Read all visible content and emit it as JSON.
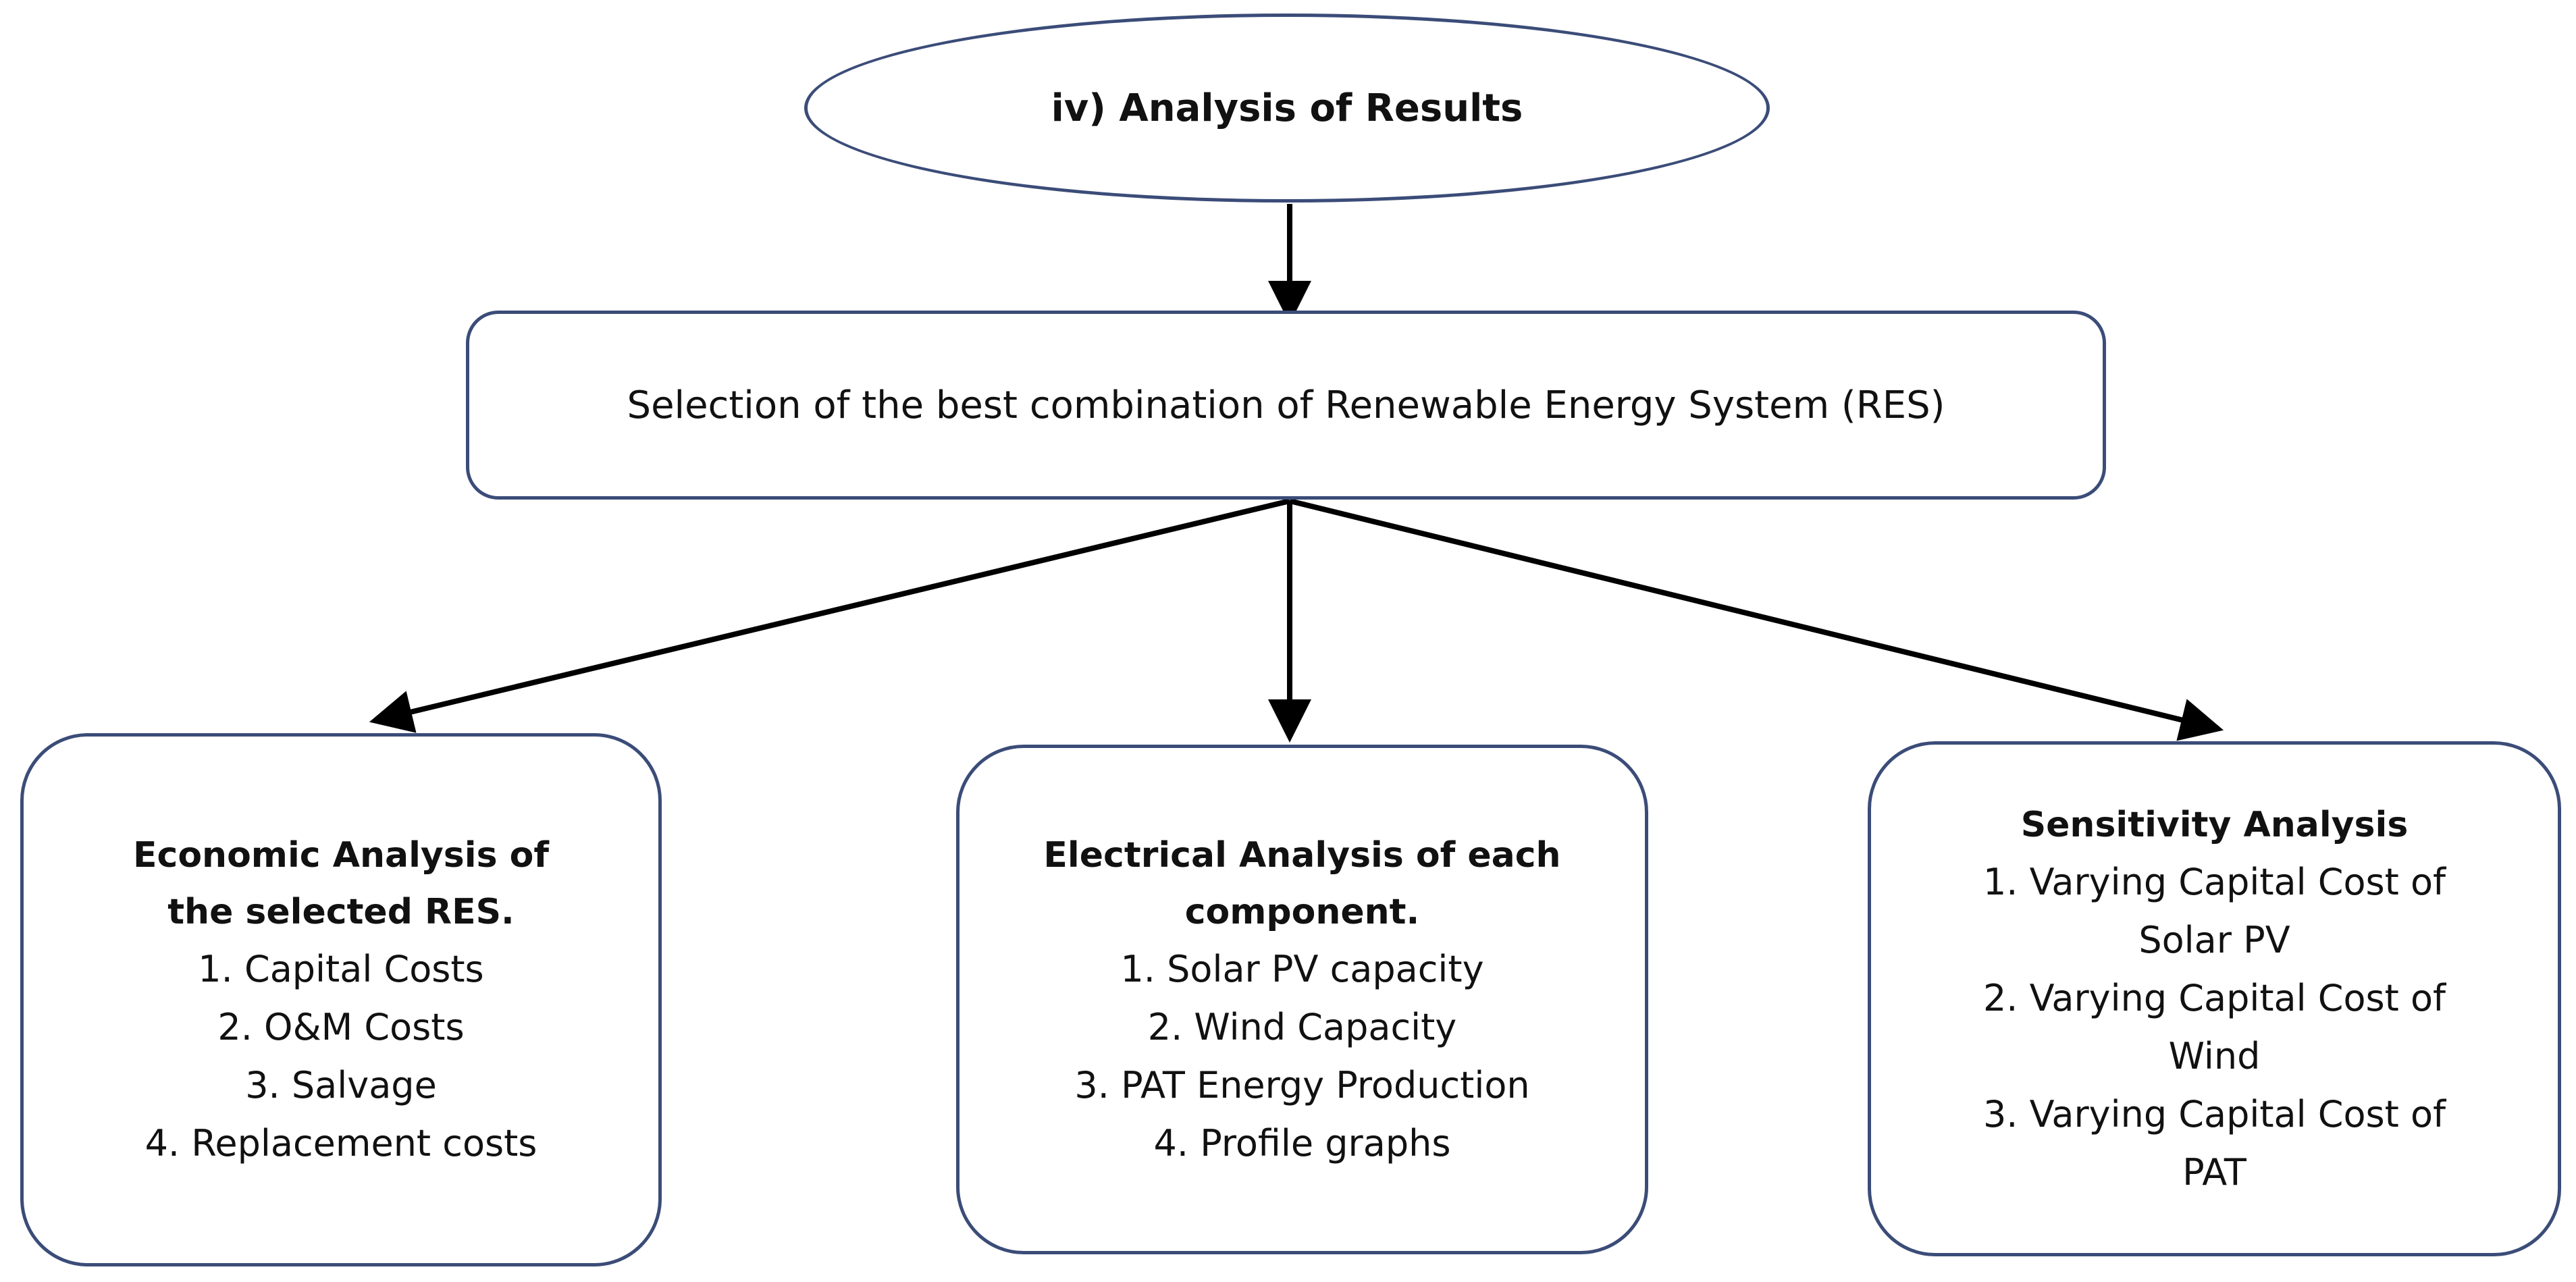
{
  "diagram": {
    "root": {
      "label": "iv) Analysis of Results"
    },
    "selection": {
      "label": "Selection of the best combination of Renewable Energy System (RES)"
    },
    "branches": [
      {
        "heading": [
          "Economic Analysis of",
          "the selected RES."
        ],
        "items": [
          "1. Capital Costs",
          "2. O&M Costs",
          "3. Salvage",
          "4. Replacement costs"
        ]
      },
      {
        "heading": [
          "Electrical Analysis of each",
          "component."
        ],
        "items": [
          "1. Solar PV capacity",
          "2. Wind Capacity",
          "3. PAT Energy Production",
          "4. Profile graphs"
        ]
      },
      {
        "heading": [
          "Sensitivity Analysis"
        ],
        "items": [
          "1. Varying Capital Cost of",
          "Solar PV",
          "2. Varying Capital Cost of",
          "Wind",
          "3. Varying Capital Cost of",
          "PAT"
        ]
      }
    ]
  }
}
